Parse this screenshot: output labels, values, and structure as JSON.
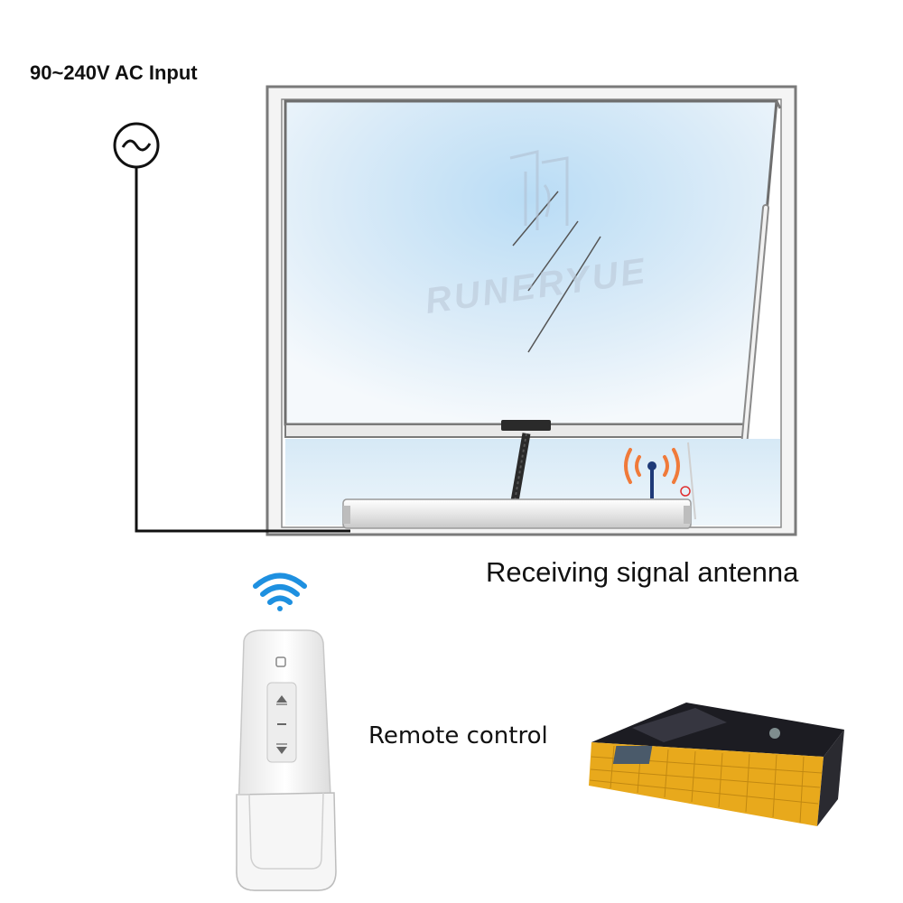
{
  "labels": {
    "ac_input": "90~240V AC Input",
    "antenna": "Receiving signal antenna",
    "remote": "Remote control",
    "watermark": "RUNERYUE"
  },
  "icons": {
    "ac_source": "ac-source-icon",
    "signal": "radio-signal-icon",
    "wifi": "wifi-icon"
  },
  "colors": {
    "frame": "#7a7a7a",
    "glass": "#dcecf8",
    "signal": "#f07a3a",
    "wifi": "#1e90e0",
    "antenna_rod": "#1e3a78",
    "box_band": "#e8a91c",
    "box_body": "#1c1c22"
  }
}
